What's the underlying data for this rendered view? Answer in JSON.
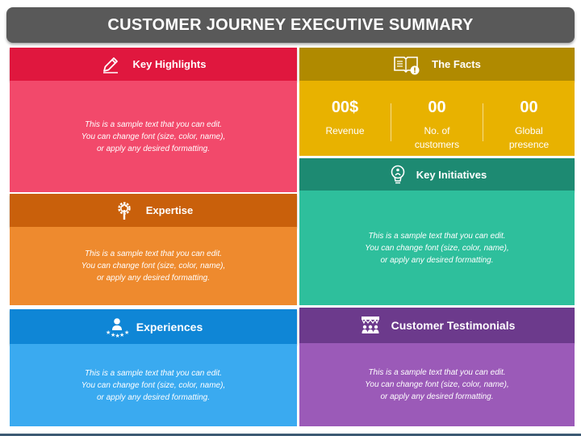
{
  "title": "CUSTOMER JOURNEY EXECUTIVE SUMMARY",
  "colors": {
    "key_highlights_header": "#e0173e",
    "key_highlights_body": "#f2496b",
    "facts_header": "#b08a00",
    "facts_body": "#e8b200",
    "key_initiatives_header": "#1d8a72",
    "key_initiatives_body": "#2ebf9c",
    "expertise_header": "#c9600b",
    "expertise_body": "#ee8a2e",
    "experiences_header": "#0f86d6",
    "experiences_body": "#3aaaf0",
    "testimonials_header": "#6c3a8c",
    "testimonials_body": "#9b5ab8"
  },
  "key_highlights": {
    "title": "Key Highlights",
    "icon": "pencil-icon",
    "text": "This is a sample text that you can edit.\nYou can change font (size, color, name),\nor apply any desired formatting."
  },
  "facts": {
    "title": "The Facts",
    "icon": "book-alert-icon",
    "items": [
      {
        "value": "00$",
        "label": "Revenue"
      },
      {
        "value": "00",
        "label": "No. of\ncustomers"
      },
      {
        "value": "00",
        "label": "Global\npresence"
      }
    ]
  },
  "key_initiatives": {
    "title": "Key Initiatives",
    "icon": "lightbulb-icon",
    "text": "This is a sample text that you can edit.\nYou can change font (size, color, name),\nor apply any desired formatting."
  },
  "expertise": {
    "title": "Expertise",
    "icon": "gear-wrench-icon",
    "text": "This is a sample text that you can edit.\nYou can change font (size, color, name),\nor apply any desired formatting."
  },
  "experiences": {
    "title": "Experiences",
    "icon": "person-stars-icon",
    "text": "This is a sample text that you can edit.\nYou can change font (size, color, name),\nor apply any desired formatting."
  },
  "testimonials": {
    "title": "Customer Testimonials",
    "icon": "audience-icon",
    "text": "This is a sample text that you can edit.\nYou can change font (size, color, name),\nor apply any desired formatting."
  }
}
